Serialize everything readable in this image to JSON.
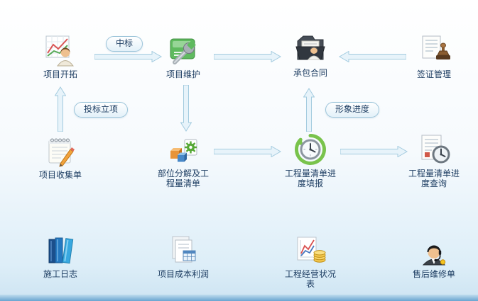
{
  "accent_colors": {
    "label_text": "#1d3d62",
    "arrow_fill": "#e7f3fa",
    "arrow_border": "#a3cbdf",
    "background_bottom": "#cde4f2"
  },
  "nodes": [
    {
      "id": "project-develop",
      "label": "项目开拓"
    },
    {
      "id": "project-maintain",
      "label": "项目维护"
    },
    {
      "id": "contract",
      "label": "承包合同"
    },
    {
      "id": "visa-manage",
      "label": "签证管理"
    },
    {
      "id": "project-collect",
      "label": "项目收集单"
    },
    {
      "id": "boq-breakdown",
      "label": "部位分解及工程量清单"
    },
    {
      "id": "boq-progress-fill",
      "label": "工程量清单进度填报"
    },
    {
      "id": "boq-progress-query",
      "label": "工程量清单进度查询"
    },
    {
      "id": "construction-log",
      "label": "施工日志"
    },
    {
      "id": "cost-profit",
      "label": "项目成本利润"
    },
    {
      "id": "operation-status",
      "label": "工程经营状况表"
    },
    {
      "id": "after-sales",
      "label": "售后维修单"
    }
  ],
  "edge_labels": {
    "win_bid": "中标",
    "bid_initiation": "投标立项",
    "visual_progress": "形象进度"
  },
  "edges": [
    {
      "from": "项目开拓",
      "to": "项目维护",
      "label": "中标"
    },
    {
      "from": "项目维护",
      "to": "承包合同",
      "label": ""
    },
    {
      "from": "签证管理",
      "to": "承包合同",
      "label": ""
    },
    {
      "from": "项目收集单",
      "to": "项目开拓",
      "label": "投标立项"
    },
    {
      "from": "项目维护",
      "to": "部位分解及工程量清单",
      "label": ""
    },
    {
      "from": "部位分解及工程量清单",
      "to": "工程量清单进度填报",
      "label": ""
    },
    {
      "from": "工程量清单进度填报",
      "to": "承包合同",
      "label": "形象进度"
    },
    {
      "from": "工程量清单进度填报",
      "to": "工程量清单进度查询",
      "label": ""
    }
  ]
}
